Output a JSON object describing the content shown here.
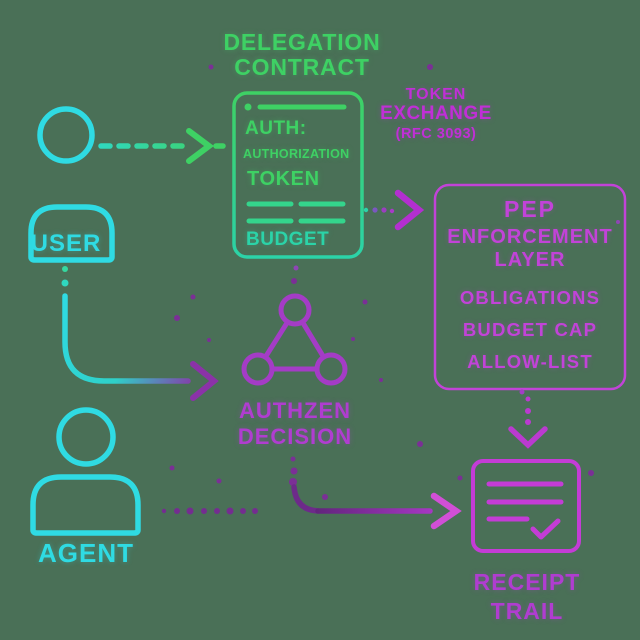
{
  "title": "DELEGATION CONTRACT",
  "user": {
    "label": "USER"
  },
  "agent": {
    "label": "AGENT"
  },
  "contract_card": {
    "auth_heading": "AUTH:",
    "auth_sub": "AUTHORIZATION",
    "token_label": "TOKEN",
    "budget_label": "BUDGET"
  },
  "token_exchange": {
    "line1": "TOKEN",
    "line2": "EXCHANGE",
    "line3": "(RFC 3093)"
  },
  "pep": {
    "heading": "PEP",
    "subheading": "ENFORCEMENT LAYER",
    "items": [
      "OBLIGATIONS",
      "BUDGET CAP",
      "ALLOW-LIST"
    ]
  },
  "authzen": {
    "line1": "AUTHZEN",
    "line2": "DECISION"
  },
  "receipt": {
    "line1": "RECEIPT",
    "line2": "TRAIL"
  },
  "colors": {
    "background": "#4a7057",
    "green": "#3ed164",
    "teal": "#2bd3a8",
    "cyan": "#2fdbe3",
    "magenta": "#c02fd6",
    "purple": "#a43cc6",
    "arrow_dark_purple": "#6d2a8a",
    "arrow_bright_magenta": "#d14fd6"
  }
}
